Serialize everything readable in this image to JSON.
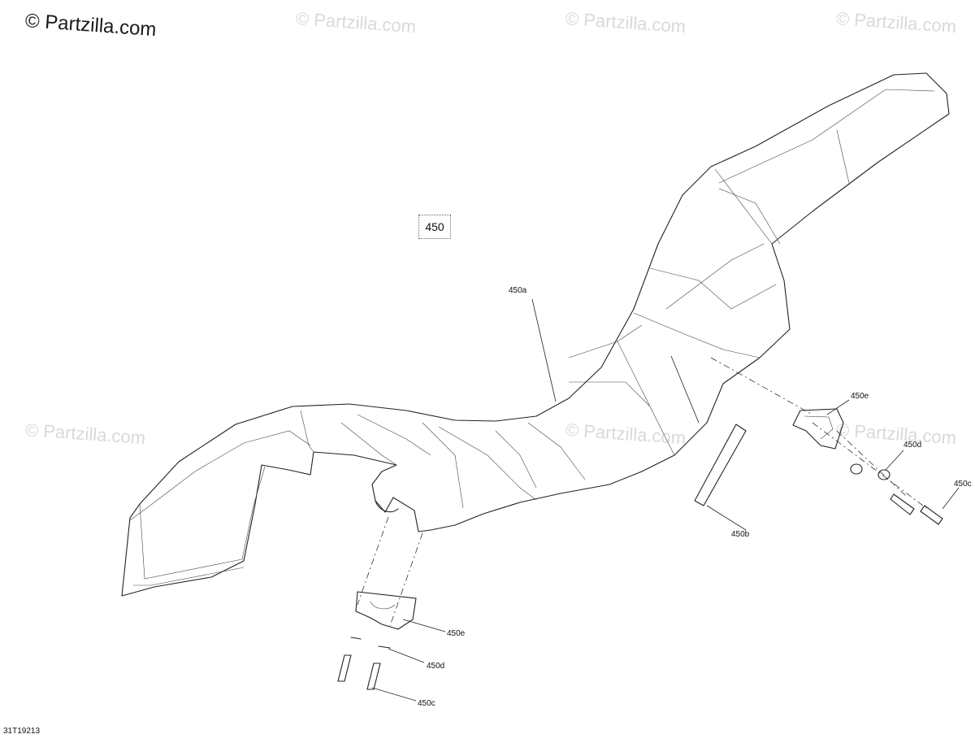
{
  "brand": {
    "text": "© Partzilla.com"
  },
  "watermarks": [
    "© Partzilla.com",
    "© Partzilla.com",
    "© Partzilla.com",
    "© Partzilla.com",
    "© Partzilla.com",
    "© Partzilla.com"
  ],
  "diagram": {
    "assembly_label": "450",
    "reference_code": "31T19213",
    "callouts": {
      "a": "450a",
      "b": "450b",
      "c_right": "450c",
      "d_right": "450d",
      "e_right": "450e",
      "c_left": "450c",
      "d_left": "450d",
      "e_left": "450e"
    }
  }
}
